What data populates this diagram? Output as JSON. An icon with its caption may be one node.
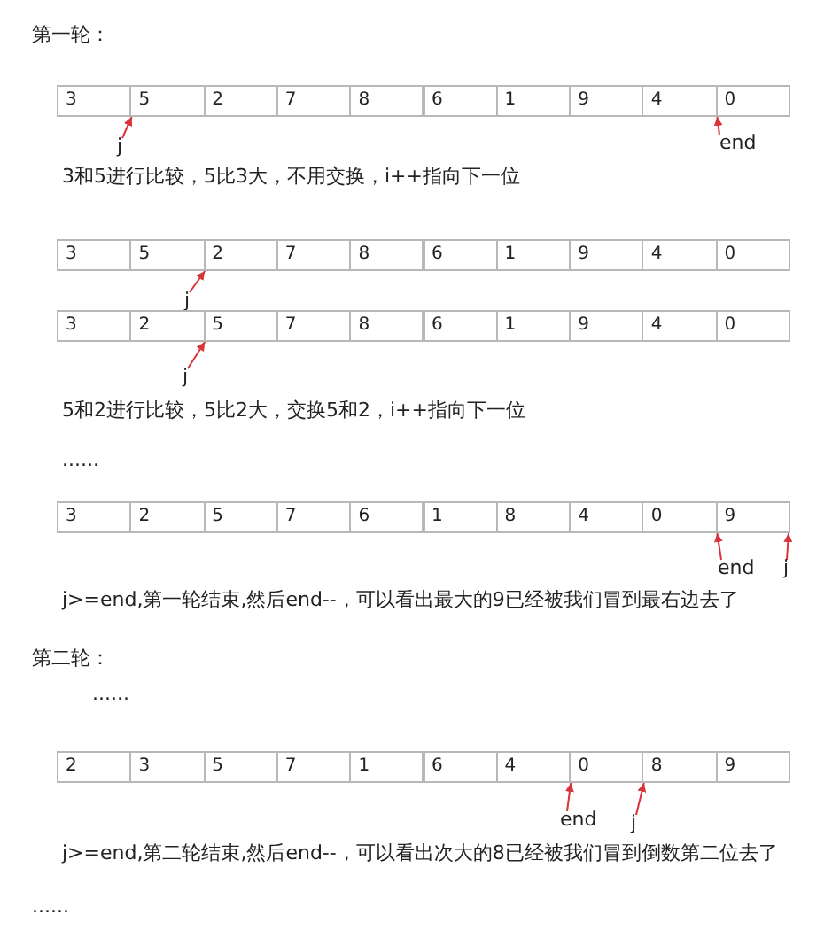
{
  "diagram": {
    "nodes": [
      {
        "text": [
          "3"
        ]
      },
      {
        "text": [
          "5"
        ]
      },
      {
        "text": [
          "2"
        ]
      },
      {
        "text": [
          "7"
        ]
      },
      {
        "text": [
          "8"
        ]
      },
      {
        "text": [
          "6"
        ]
      },
      {
        "text": [
          "1"
        ]
      },
      {
        "text": [
          "9"
        ]
      },
      {
        "text": [
          "4"
        ]
      },
      {
        "text": [
          "0"
        ]
      },
      {
        "text": [
          "j"
        ]
      },
      {
        "text": [
          "end"
        ]
      },
      {
        "text": [
          "3"
        ]
      },
      {
        "text": [
          "5"
        ]
      },
      {
        "text": [
          "2"
        ]
      },
      {
        "text": [
          "7"
        ]
      },
      {
        "text": [
          "8"
        ]
      },
      {
        "text": [
          "6"
        ]
      },
      {
        "text": [
          "1"
        ]
      },
      {
        "text": [
          "9"
        ]
      },
      {
        "text": [
          "4"
        ]
      },
      {
        "text": [
          "0"
        ]
      },
      {
        "text": [
          "j"
        ]
      },
      {
        "text": [
          "3"
        ]
      },
      {
        "text": [
          "2"
        ]
      },
      {
        "text": [
          "5"
        ]
      },
      {
        "text": [
          "7"
        ]
      },
      {
        "text": [
          "8"
        ]
      },
      {
        "text": [
          "6"
        ]
      },
      {
        "text": [
          "1"
        ]
      },
      {
        "text": [
          "9"
        ]
      },
      {
        "text": [
          "4"
        ]
      },
      {
        "text": [
          "0"
        ]
      },
      {
        "text": [
          "j"
        ]
      },
      {
        "text": [
          "3"
        ]
      },
      {
        "text": [
          "2"
        ]
      },
      {
        "text": [
          "5"
        ]
      },
      {
        "text": [
          "7"
        ]
      },
      {
        "text": [
          "6"
        ]
      },
      {
        "text": [
          "1"
        ]
      },
      {
        "text": [
          "8"
        ]
      },
      {
        "text": [
          "4"
        ]
      },
      {
        "text": [
          "0"
        ]
      },
      {
        "text": [
          "9"
        ]
      },
      {
        "text": [
          "end"
        ]
      },
      {
        "text": [
          "j"
        ]
      },
      {
        "text": [
          "2"
        ]
      },
      {
        "text": [
          "3"
        ]
      },
      {
        "text": [
          "5"
        ]
      },
      {
        "text": [
          "7"
        ]
      },
      {
        "text": [
          "1"
        ]
      },
      {
        "text": [
          "6"
        ]
      },
      {
        "text": [
          "4"
        ]
      },
      {
        "text": [
          "0"
        ]
      },
      {
        "text": [
          "8"
        ]
      },
      {
        "text": [
          "9"
        ]
      },
      {
        "text": [
          "end"
        ]
      },
      {
        "text": [
          "j"
        ]
      }
    ],
    "edges": [
      {
        "from": 10,
        "to": 1,
        "arrow": "to"
      },
      {
        "from": 11,
        "to": 9,
        "arrow": "to"
      },
      {
        "from": 22,
        "to": 14,
        "arrow": "to"
      },
      {
        "from": 33,
        "to": 25,
        "arrow": "to"
      },
      {
        "from": 44,
        "to": 43,
        "arrow": "to"
      },
      {
        "from": 45,
        "to": 43,
        "arrow": "to"
      },
      {
        "from": 56,
        "to": 53,
        "arrow": "to"
      },
      {
        "from": 57,
        "to": 54,
        "arrow": "to"
      }
    ],
    "labels": [
      "第一轮：",
      "3和5进行比较，5比3大，不用交换，i++指向下一位",
      "5和2进行比较，5比2大，交换5和2，i++指向下一位",
      "......",
      "j>=end,第一轮结束,然后end--，可以看出最大的9已经被我们冒到最右边去了",
      "第二轮：",
      "......",
      "j>=end,第二轮结束,然后end--，可以看出次大的8已经被我们冒到倒数第二位去了",
      "......"
    ]
  }
}
